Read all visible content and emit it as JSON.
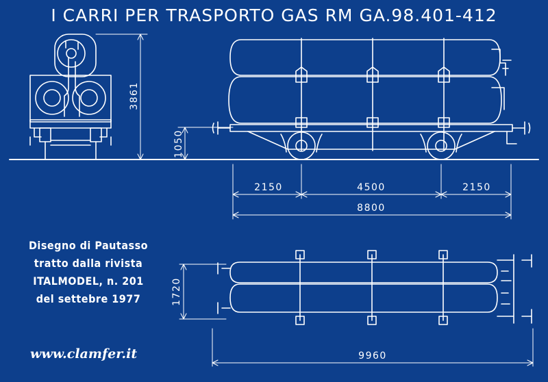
{
  "title": "I CARRI PER TRASPORTO GAS RM GA.98.401-412",
  "credit": {
    "lines": [
      "Disegno di Pautasso",
      "tratto dalla rivista",
      "ITALMODEL, n. 201",
      "del settebre 1977"
    ]
  },
  "website": "www.clamfer.it",
  "dimensions": {
    "total_height": "3861",
    "buffer_height": "1050",
    "overhang_left": "2150",
    "wheelbase": "4500",
    "overhang_right": "2150",
    "length_frame": "8800",
    "width": "1720",
    "length_over_buffers": "9960"
  },
  "colors": {
    "background": "#0d3f8c",
    "lines": "#ffffff"
  }
}
